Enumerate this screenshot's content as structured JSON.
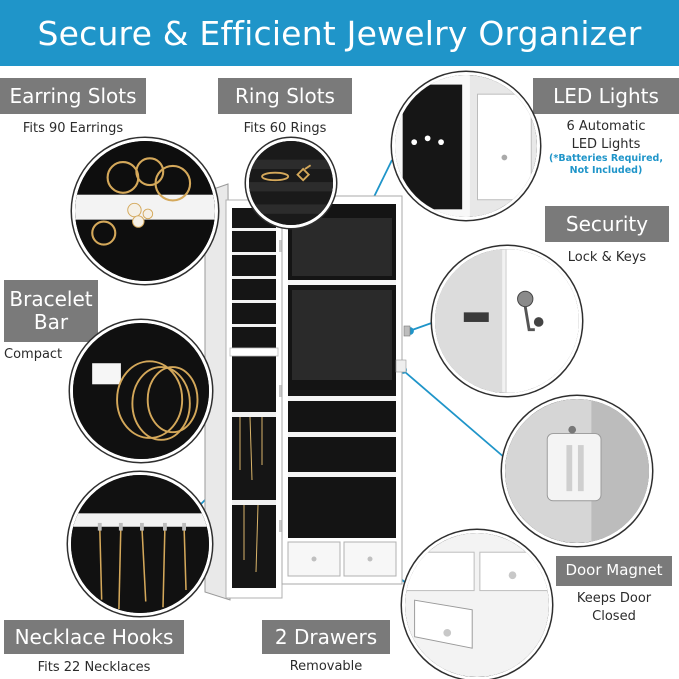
{
  "header": {
    "title": "Secure & Efficient Jewelry Organizer"
  },
  "features": {
    "earring": {
      "title": "Earring Slots",
      "caption": "Fits 90 Earrings"
    },
    "ring": {
      "title": "Ring Slots",
      "caption": "Fits 60 Rings"
    },
    "led": {
      "title": "LED Lights",
      "caption_1": "6 Automatic",
      "caption_2": "LED Lights",
      "note_1": "(*Batteries Required,",
      "note_2": "Not Included)"
    },
    "security": {
      "title": "Security",
      "caption": "Lock & Keys"
    },
    "bracelet": {
      "title_1": "Bracelet",
      "title_2": "Bar",
      "caption": "Compact"
    },
    "magnet": {
      "title": "Door Magnet",
      "caption_1": "Keeps Door",
      "caption_2": "Closed"
    },
    "necklace": {
      "title": "Necklace Hooks",
      "caption": "Fits 22 Necklaces"
    },
    "drawers": {
      "title": "2 Drawers",
      "caption": "Removable"
    }
  },
  "colors": {
    "accent": "#1f95c9",
    "label_bg": "#7a7a7a",
    "interior": "#111111",
    "cabinet": "#ffffff"
  }
}
